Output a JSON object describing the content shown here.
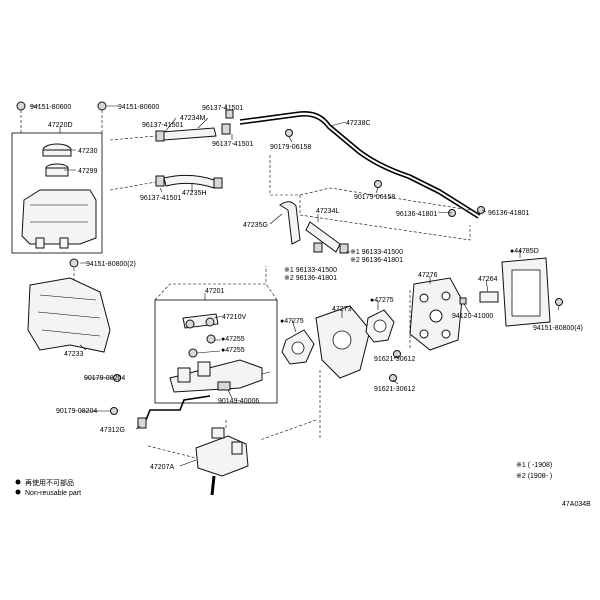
{
  "labels": {
    "p94151_80600_a": "94151-80600",
    "p94151_80600_b": "94151-80600",
    "p47220d": "47220D",
    "p47230": "47230",
    "p47299": "47299",
    "p96137_41501_a": "96137-41501",
    "p47234m": "47234M",
    "p96137_41501_b": "96137-41501",
    "p96137_41501_c": "96137-41501",
    "p96137_41501_d": "96137-41501",
    "p47235h": "47235H",
    "p47238c": "47238C",
    "p90179_06158_a": "90179-06158",
    "p90179_06158_b": "90179-06158",
    "p96136_41801_a": "96136-41801",
    "p96136_41801_b": "96136-41801",
    "p47235g": "47235G",
    "p47234l": "47234L",
    "p96133_41500_a": "※1 96133-41500",
    "p96136_41801_c": "※2 96136-41801",
    "p96133_41500_b": "※1 96133-41500",
    "p96136_41801_d": "※2 96136-41801",
    "p94151_80800_2": "94151-80800(2)",
    "p44785d": "●44785D",
    "p47201": "47201",
    "p47210v": "47210V",
    "p47255_a": "●47255",
    "p47255_b": "●47255",
    "p47275_a": "●47275",
    "p47273": "47273",
    "p47275_b": "●47275",
    "p47276": "47276",
    "p47264": "47264",
    "p94120_41000": "94120-41000",
    "p94151_80800_4": "94151-80800(4)",
    "p47233": "47233",
    "p90179_08204_a": "90179-08204",
    "p90179_08204_b": "90179-08204",
    "p90149_40006": "90149-40006",
    "p91621_30612_a": "91621-30612",
    "p91621_30612_b": "91621-30612",
    "p47312g": "47312G",
    "p47207a": "47207A"
  },
  "legend": {
    "nonreuse_jp": "再使用不可部品",
    "nonreuse_en": "Non-reusable part",
    "note1": "※1 (     -1908)",
    "note2": "※2 (1908-     )",
    "code": "47A034B"
  }
}
